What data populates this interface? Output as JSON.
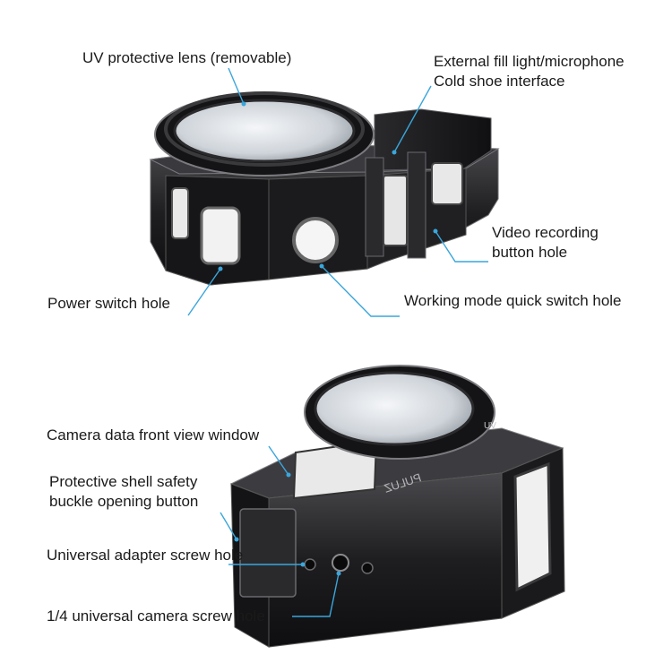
{
  "colors": {
    "callout_line": "#3aa6dc",
    "housing": "#1c1c1e",
    "housing_edge": "#6e6e72",
    "lens_glass": "#d9dde2",
    "text": "#1a1a1a"
  },
  "top_figure": {
    "labels": {
      "uv_lens": "UV protective lens (removable)",
      "fill_light_line1": "External fill light/microphone",
      "fill_light_line2": "Cold shoe interface",
      "video_button_line1": "Video recording",
      "video_button_line2": "button hole",
      "power_switch": "Power switch hole",
      "mode_switch": "Working mode quick switch hole"
    }
  },
  "bottom_figure": {
    "labels": {
      "front_view_window": "Camera data front view window",
      "safety_buckle_line1": "Protective shell safety",
      "safety_buckle_line2": "buckle opening button",
      "adapter_screw": "Universal adapter screw hole",
      "camera_screw": "1/4 universal camera screw hole"
    },
    "engravings": {
      "lens_ring": "UV",
      "brand": "PULUZ"
    }
  }
}
